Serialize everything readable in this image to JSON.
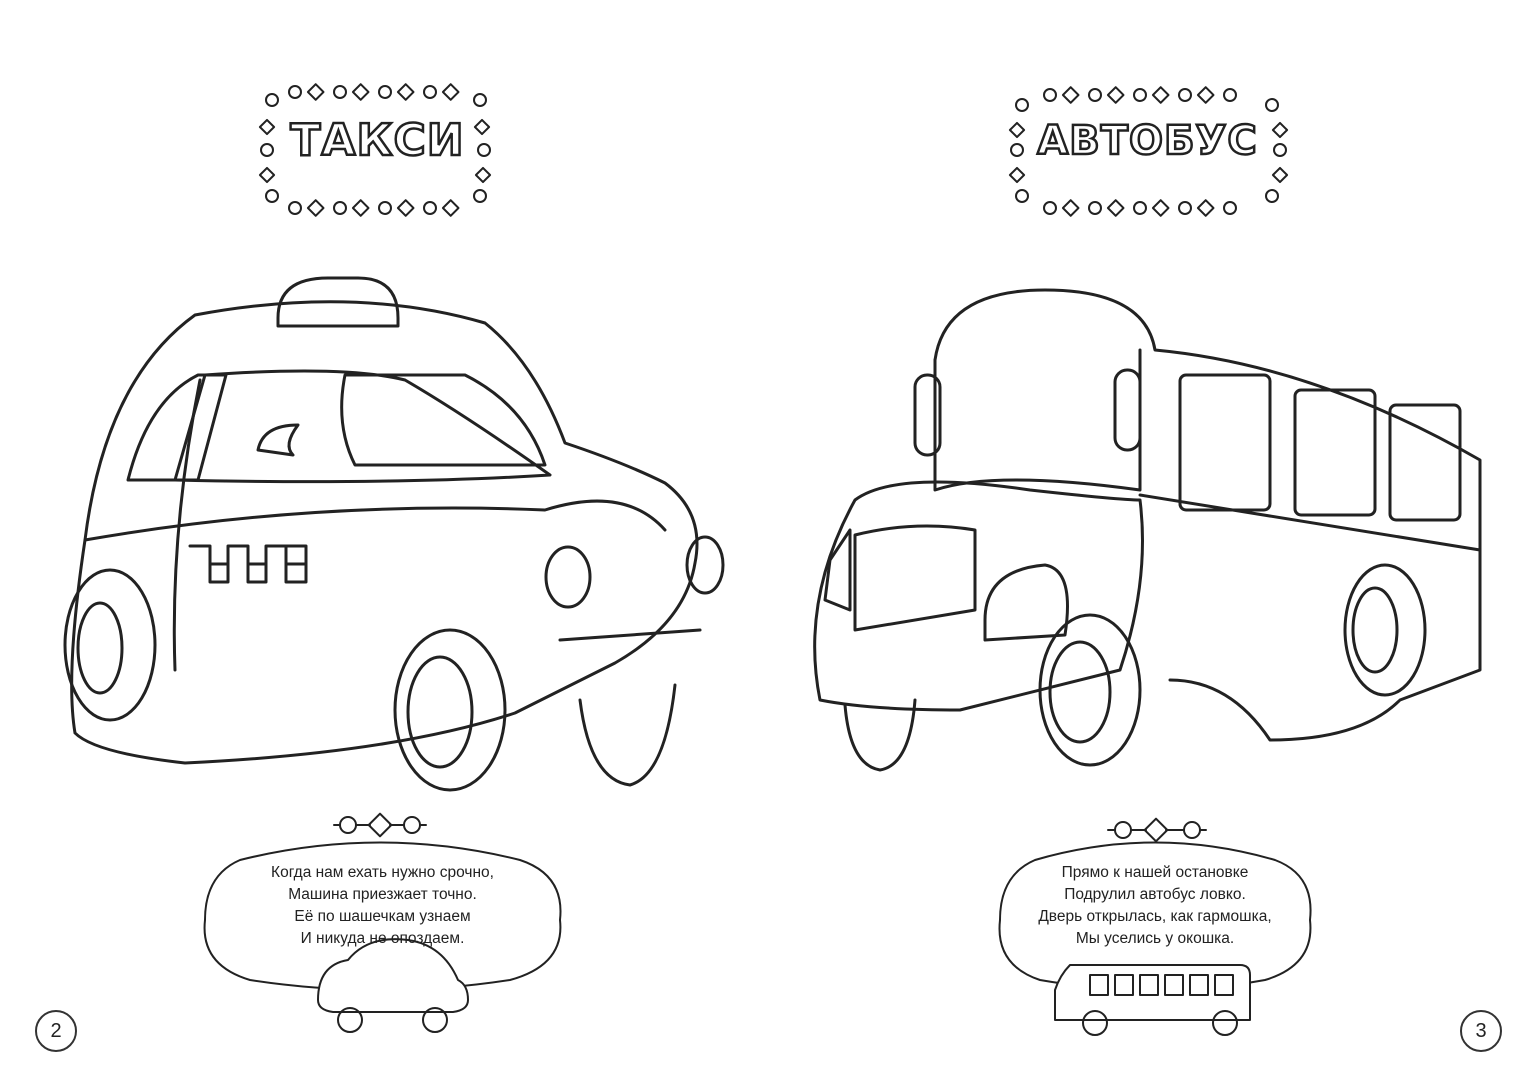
{
  "left_page": {
    "title": "ТАКСИ",
    "poem": [
      "Когда нам ехать нужно срочно,",
      "Машина приезжает точно.",
      "Её по шашечкам узнаем",
      "И никуда не опоздаем."
    ],
    "page_number": "2"
  },
  "right_page": {
    "title": "АВТОБУС",
    "poem": [
      "Прямо к нашей остановке",
      "Подрулил автобус ловко.",
      "Дверь открылась, как гармошка,",
      "Мы уселись у окошка."
    ],
    "page_number": "3"
  }
}
